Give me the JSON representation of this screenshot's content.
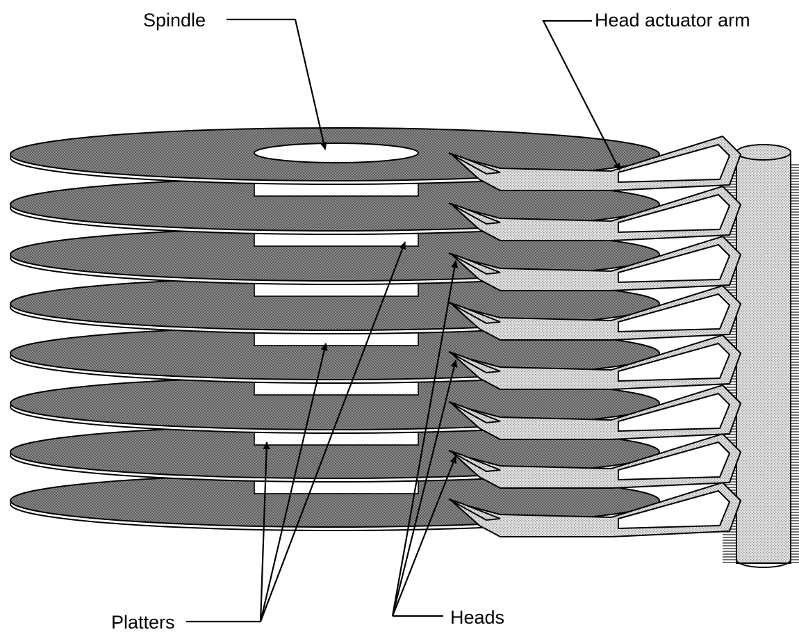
{
  "labels": {
    "spindle": "Spindle",
    "head_actuator_arm": "Head actuator arm",
    "platters": "Platters",
    "heads": "Heads"
  },
  "colors": {
    "platter_fill": "#777777",
    "arm_fill": "#d6d6d6",
    "line": "#000000",
    "background": "#ffffff"
  }
}
